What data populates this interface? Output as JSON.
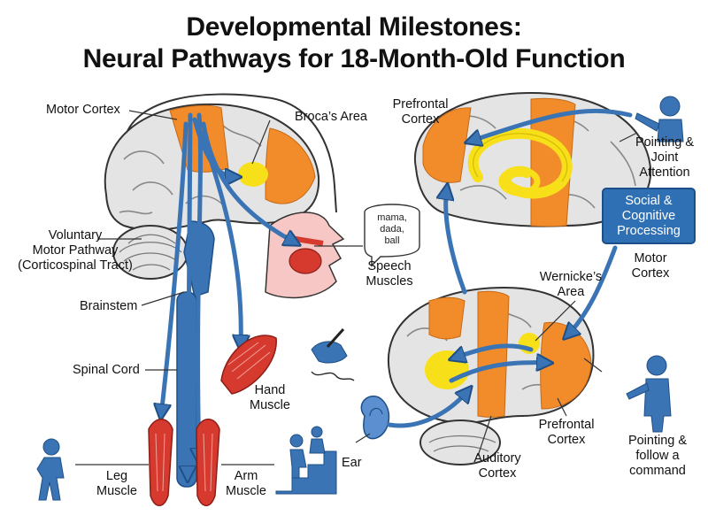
{
  "title": {
    "line1": "Developmental Milestones:",
    "line2": "Neural Pathways for 18-Month-Old Function"
  },
  "labels": {
    "motor_cortex_left": "Motor Cortex",
    "brocas_area": "Broca’s Area",
    "voluntary_pathway": [
      "Voluntary",
      "Motor Pathway",
      "(Corticospinal Tract)"
    ],
    "brainstem": "Brainstem",
    "spinal_cord": "Spinal Cord",
    "hand_muscle": [
      "Hand",
      "Muscle"
    ],
    "leg_muscle": [
      "Leg",
      "Muscle"
    ],
    "arm_muscle": [
      "Arm",
      "Muscle"
    ],
    "speech_muscles": [
      "Speech",
      "Muscles"
    ],
    "speech_bubble": [
      "mama,",
      "dada,",
      "ball"
    ],
    "prefrontal_top": [
      "Prefrontal",
      "Cortex"
    ],
    "pointing_joint": [
      "Pointing &",
      "Joint",
      "Attention"
    ],
    "social_box": [
      "Social &",
      "Cognitive",
      "Processing"
    ],
    "motor_cortex_right": [
      "Motor",
      "Cortex"
    ],
    "wernickes_area": [
      "Wernicke’s",
      "Area"
    ],
    "prefrontal_bottom": [
      "Prefrontal",
      "Cortex"
    ],
    "auditory_cortex": [
      "Auditory",
      "Cortex"
    ],
    "ear": "Ear",
    "pointing_follow": [
      "Pointing &",
      "follow a",
      "command"
    ]
  },
  "icons": {
    "walking_child": "walking-child-icon",
    "hand_writing": "hand-writing-icon",
    "stair_climbing": "stair-climbing-icon",
    "pointing_person_top": "pointing-person-icon",
    "pointing_person_bottom": "pointing-person-icon"
  },
  "colors": {
    "pathway_blue": "#3a74b5",
    "cortex_orange": "#f28c2b",
    "center_yellow": "#f7e01a",
    "muscle_red": "#d63a2f",
    "brain_gray": "#e4e4e4",
    "box_blue": "#2f6fb3"
  }
}
